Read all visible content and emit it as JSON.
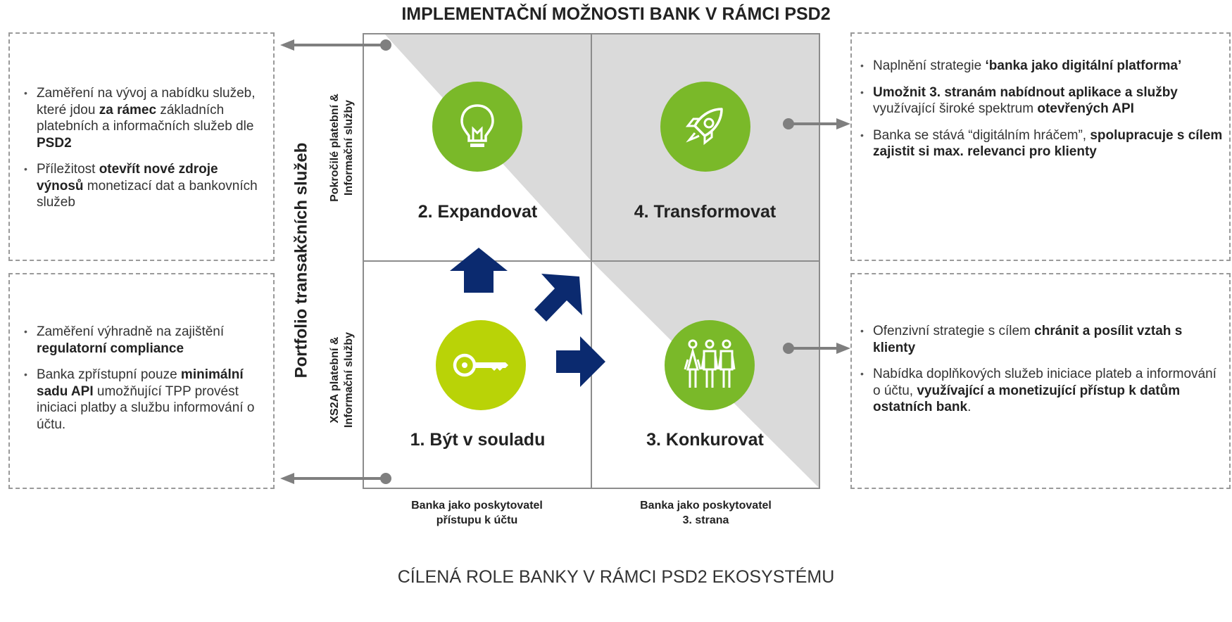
{
  "title": "IMPLEMENTAČNÍ MOŽNOSTI BANK V RÁMCI PSD2",
  "bottom_title": "CÍLENÁ ROLE BANKY V RÁMCI PSD2 EKOSYSTÉMU",
  "y_axis": {
    "portfolio": "Portfolio transakčních služeb",
    "upper_line1": "Pokročilé platební &",
    "upper_line2": "Informační služby",
    "lower_line1": "XS2A platební &",
    "lower_line2": "Informační služby"
  },
  "x_axis": {
    "left_line1": "Banka jako poskytovatel",
    "left_line2": "přístupu k účtu",
    "right_line1": "Banka jako poskytovatel",
    "right_line2": "3. strana"
  },
  "quadrants": {
    "q1": {
      "label": "1. Být v souladu",
      "icon": "key-icon"
    },
    "q2": {
      "label": "2. Expandovat",
      "icon": "lightbulb-icon"
    },
    "q3": {
      "label": "3. Konkurovat",
      "icon": "people-icon"
    },
    "q4": {
      "label": "4. Transformovat",
      "icon": "rocket-icon"
    }
  },
  "boxes": {
    "top_left": [
      [
        "Zaměření na vývoj a nabídku služeb, které jdou ",
        {
          "b": "za rámec"
        },
        " základních platebních a informačních služeb dle ",
        {
          "b": "PSD2"
        }
      ],
      [
        "Příležitost ",
        {
          "b": "otevřít nové zdroje výnosů"
        },
        " monetizací dat a bankovních služeb"
      ]
    ],
    "bottom_left": [
      [
        "Zaměření výhradně na zajištění ",
        {
          "b": "regulatorní compliance"
        }
      ],
      [
        "Banka zpřístupní pouze ",
        {
          "b": "minimální sadu API"
        },
        " umožňující TPP provést iniciaci platby a službu informování o účtu."
      ]
    ],
    "top_right": [
      [
        "Naplnění strategie ",
        {
          "b": "‘banka jako digitální platforma’"
        }
      ],
      [
        {
          "b": "Umožnit 3. stranám nabídnout aplikace a služby"
        },
        " využívající široké spektrum ",
        {
          "b": "otevřených API"
        }
      ],
      [
        "Banka se stává “digitálním hráčem”, ",
        {
          "b": "spolupracuje s cílem zajistit si max. relevanci pro klienty"
        }
      ]
    ],
    "bottom_right": [
      [
        "Ofenzivní strategie s cílem ",
        {
          "b": "chránit a posílit vztah s klienty"
        }
      ],
      [
        "Nabídka doplňkových služeb iniciace plateb a informování o účtu, ",
        {
          "b": "využívající a monetizující přístup k datům ostatních bank"
        },
        "."
      ]
    ]
  },
  "colors": {
    "green_dark": "#7ab929",
    "green_light": "#b9d307",
    "navy": "#0b2a6f",
    "gray_fill": "#dadada",
    "connector": "#7f7f7f"
  }
}
